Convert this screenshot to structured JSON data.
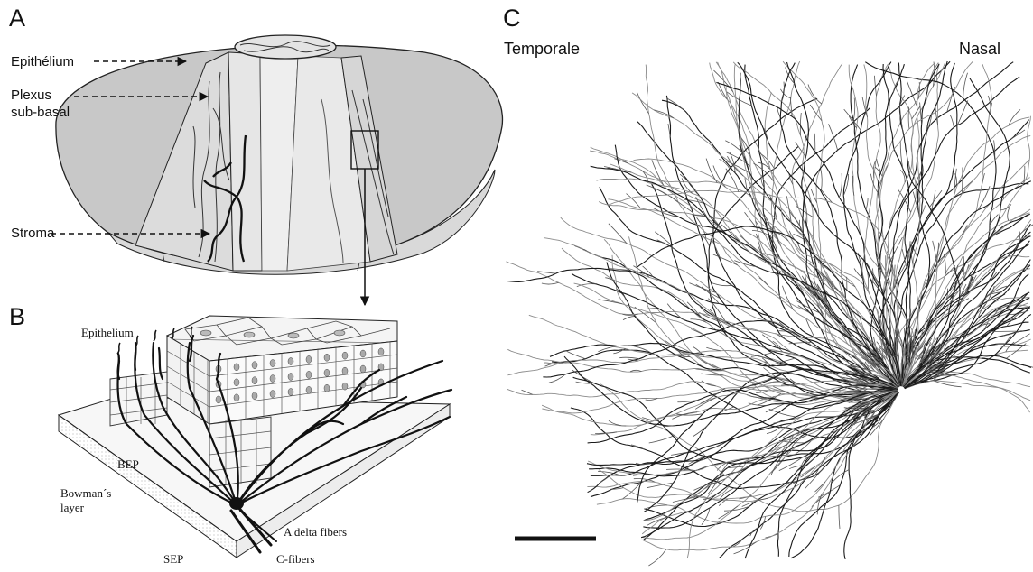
{
  "panels": {
    "a": {
      "letter": "A",
      "labels": {
        "epithelium": "Epithélium",
        "plexus": [
          "Plexus",
          "sub-basal"
        ],
        "stroma": "Stroma"
      }
    },
    "b": {
      "letter": "B",
      "labels": {
        "epithelium": "Epithelium",
        "bep": "BEP",
        "bowman": [
          "Bowman´s",
          "layer"
        ],
        "a_delta": "A delta fibers",
        "c_fibers": "C-fibers",
        "sep": "SEP"
      }
    },
    "c": {
      "letter": "C",
      "labels": {
        "temporal": "Temporale",
        "nasal": "Nasal"
      }
    }
  },
  "colors": {
    "cornea_fill": "#c8c8c8",
    "cornea_light": "#e2e2e2",
    "ink": "#111111",
    "nerve_gray": "#8a8a8a"
  }
}
